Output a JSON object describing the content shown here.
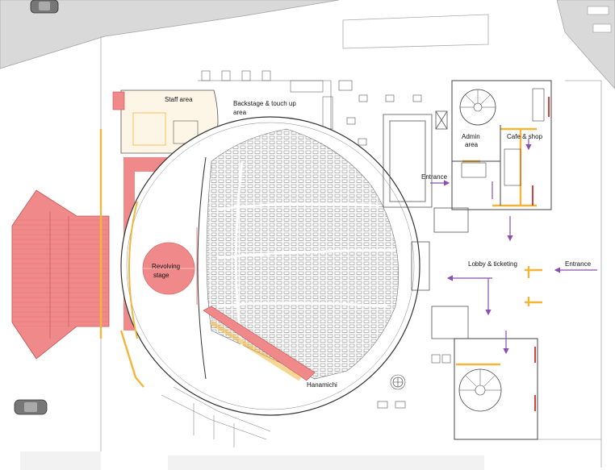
{
  "labels": {
    "staff_area": "Staff area",
    "backstage_1": "Backstage & touch up",
    "backstage_2": "area",
    "admin_1": "Admin",
    "admin_2": "area",
    "cafe": "Cafe & shop",
    "entrance_left": "Entrance",
    "entrance_right": "Entrance",
    "lobby": "Lobby & ticketing",
    "revolving_1": "Revolving",
    "revolving_2": "stage",
    "hanamichi": "Hanamichi"
  },
  "colors": {
    "stage_red": "#f08a8a",
    "accent_yellow": "#f2b63a",
    "arrow_purple": "#8a4fb0",
    "road_gray": "#d9d9d9",
    "line": "#555555"
  },
  "icons": {
    "car_top": "car-icon",
    "car_bottom": "car-icon",
    "stair_top": "spiral-stair-icon",
    "stair_bottom": "spiral-stair-icon",
    "fan": "ventilation-fan-icon"
  }
}
